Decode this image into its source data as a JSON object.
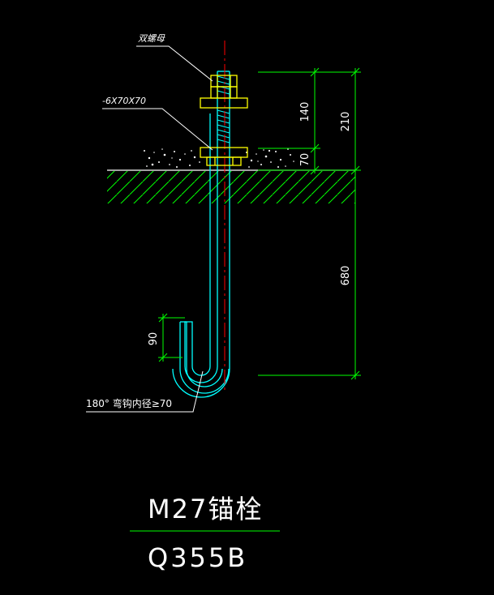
{
  "labels": {
    "double_nut": "双螺母",
    "plate": "-6X70X70",
    "hook": "180° 弯钩内径≥70"
  },
  "dimensions": {
    "d140": "140",
    "d70": "70",
    "d210": "210",
    "d680": "680",
    "d90": "90"
  },
  "title": {
    "main": "M27锚栓",
    "sub": "Q355B"
  },
  "colors": {
    "background": "#000000",
    "dimension": "#00ff00",
    "bolt": "#00ffff",
    "nut": "#ffff00",
    "centerline": "#ff0000",
    "text": "#ffffff",
    "leader": "#ffffff"
  }
}
